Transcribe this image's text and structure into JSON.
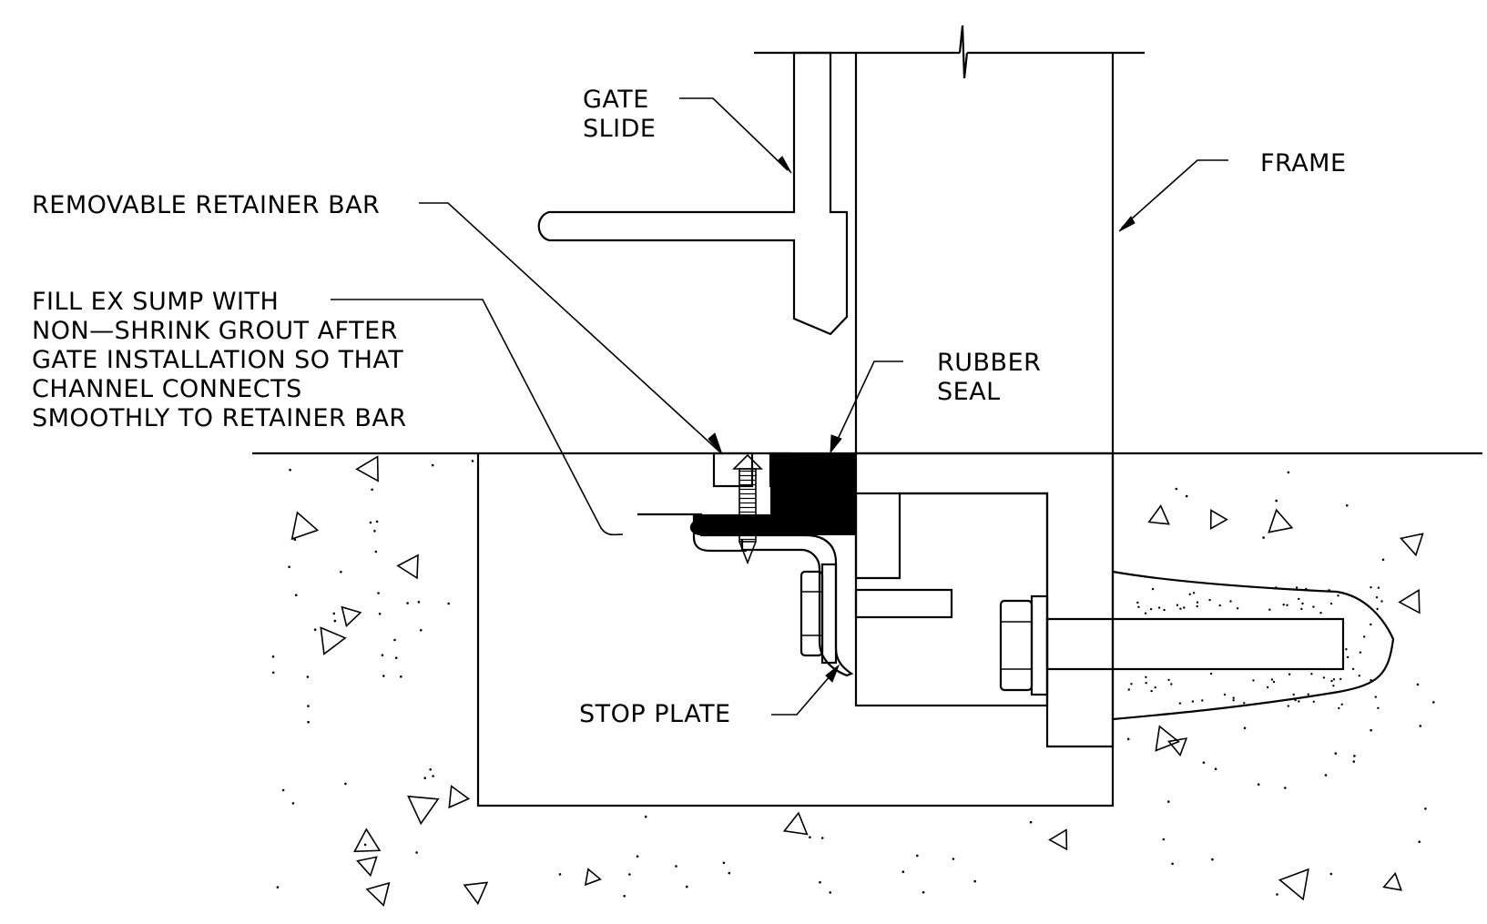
{
  "labels": {
    "gate_slide": [
      "GATE",
      "SLIDE"
    ],
    "frame": "FRAME",
    "retainer_bar": "REMOVABLE RETAINER BAR",
    "fill_note": [
      "FILL EX SUMP WITH",
      "NON—SHRINK GROUT AFTER",
      "GATE INSTALLATION SO THAT",
      "CHANNEL CONNECTS",
      "SMOOTHLY TO RETAINER BAR"
    ],
    "rubber_seal": [
      "RUBBER",
      "SEAL"
    ],
    "stop_plate": "STOP PLATE"
  },
  "colors": {
    "ink": "#000000",
    "background": "#ffffff"
  }
}
